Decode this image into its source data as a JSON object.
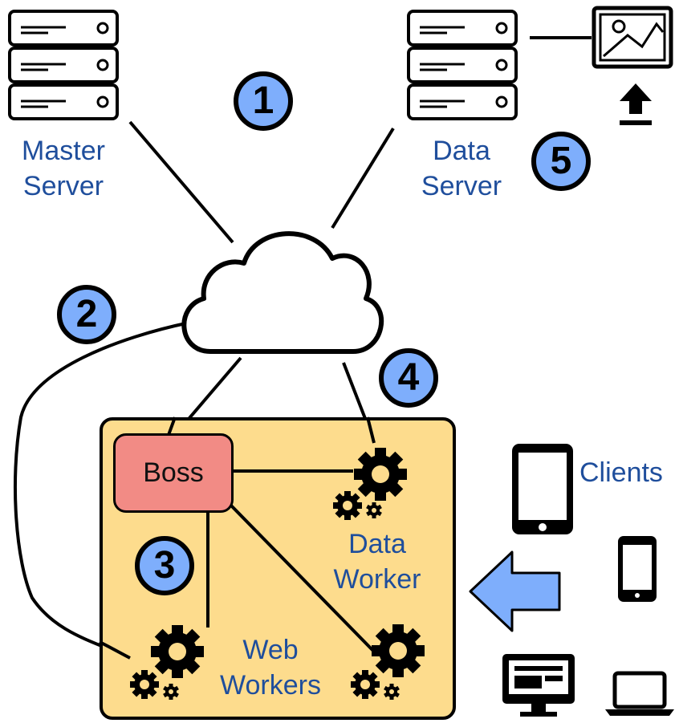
{
  "nodes": {
    "master_server": [
      "Master",
      "Server"
    ],
    "data_server": [
      "Data",
      "Server"
    ],
    "boss": "Boss",
    "data_worker": [
      "Data",
      "Worker"
    ],
    "web_workers": [
      "Web",
      "Workers"
    ],
    "clients": "Clients"
  },
  "steps": [
    "1",
    "2",
    "3",
    "4",
    "5"
  ],
  "colors": {
    "label_text": "#1f4e9c",
    "badge_fill": "#7eaefc",
    "panel_fill": "#fddc8d",
    "boss_fill": "#f28b85",
    "arrow_fill": "#7eaefc"
  },
  "icons": [
    "server-icon",
    "image-icon",
    "upload-icon",
    "cloud-icon",
    "gear-cluster-icon",
    "tablet-icon",
    "phone-icon",
    "desktop-icon",
    "laptop-icon"
  ]
}
